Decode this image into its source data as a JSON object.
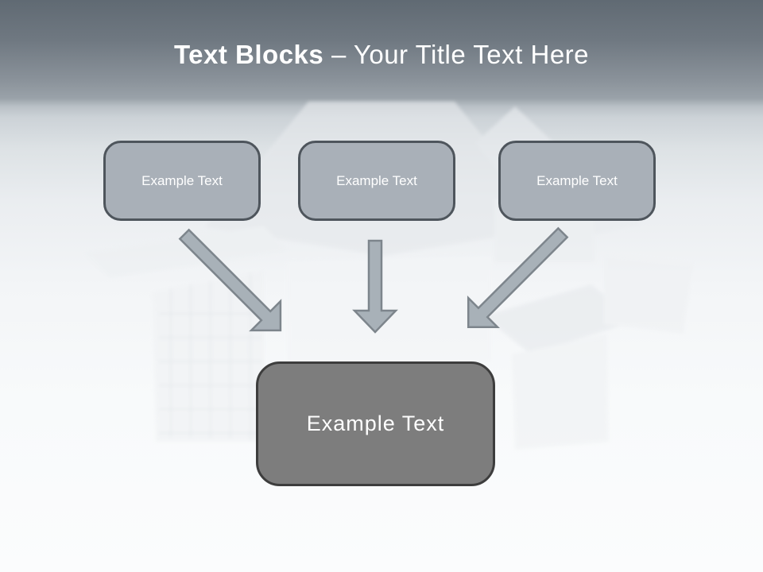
{
  "title": {
    "bold": "Text Blocks",
    "rest": "– Your Title Text Here"
  },
  "boxes": {
    "top": [
      {
        "label": "Example Text"
      },
      {
        "label": "Example Text"
      },
      {
        "label": "Example Text"
      }
    ],
    "main": {
      "label": "Example Text"
    }
  },
  "icons": {
    "arrows": [
      "arrow-down-right-icon",
      "arrow-down-icon",
      "arrow-down-left-icon"
    ],
    "background": "house-3d-render"
  },
  "colors": {
    "header_gradient_top": "#606a73",
    "header_gradient_bottom": "#9aa2a9",
    "body_background": "#f8fafb",
    "block_fill": "#a9b0b8",
    "block_border": "#4e555c",
    "main_block_fill": "#7d7d7d",
    "main_block_border": "#3d3d3d",
    "arrow_fill": "#a8b1b8",
    "arrow_border": "#7d858c",
    "text": "#ffffff"
  }
}
